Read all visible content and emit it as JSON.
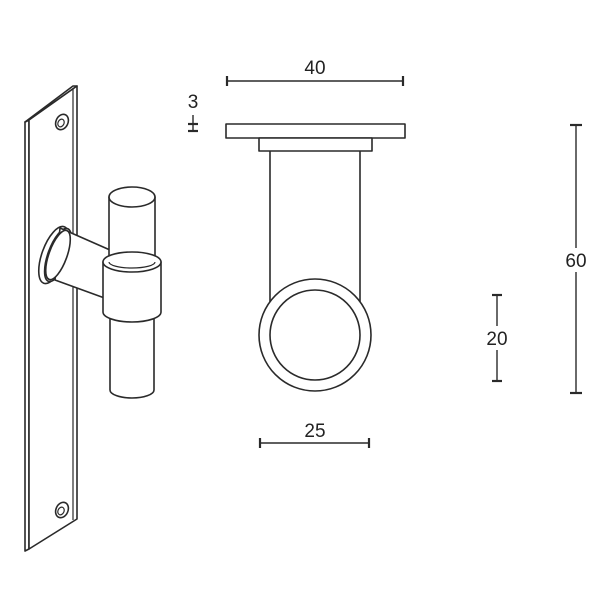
{
  "drawing": {
    "type": "product-dimension-drawing",
    "subject": "T-bar door handle on backplate",
    "line_color": "#2a2a2a",
    "background": "#ffffff",
    "views": [
      {
        "name": "perspective-view",
        "description": "Handle on long rectangular backplate with two screw holes"
      },
      {
        "name": "side-view",
        "description": "Rose plate with stem and round bar cross-section"
      }
    ]
  },
  "dimensions": {
    "rose_width": {
      "label": "40",
      "unit": "mm"
    },
    "rose_thickness": {
      "label": "3",
      "unit": "mm"
    },
    "bar_diameter": {
      "label": "25",
      "unit": "mm"
    },
    "total_projection": {
      "label": "60",
      "unit": "mm"
    },
    "ring_height": {
      "label": "20",
      "unit": "mm"
    }
  }
}
